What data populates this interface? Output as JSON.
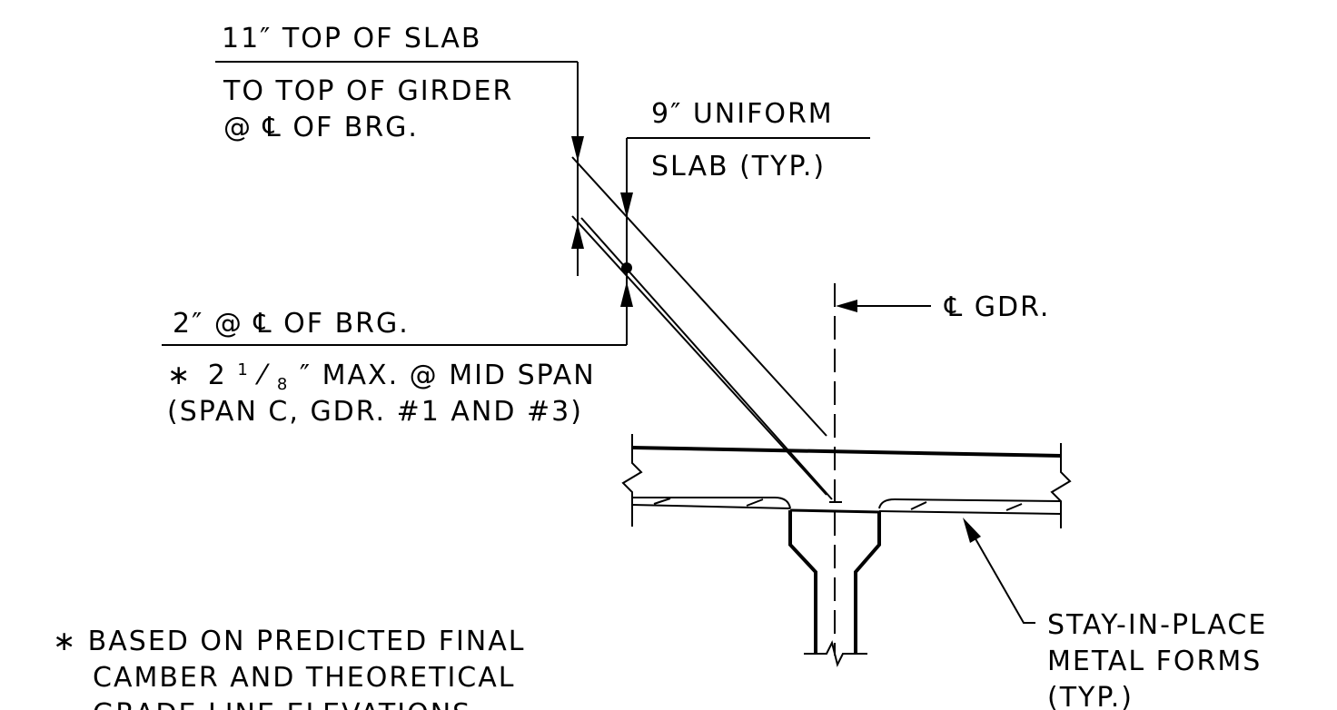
{
  "labels": {
    "top_of_slab_line1": "11″ TOP OF SLAB",
    "top_of_slab_line2": "TO TOP OF GIRDER",
    "top_of_slab_line3": "@ ℄ OF BRG.",
    "uniform_line1": "9″ UNIFORM",
    "uniform_line2": "SLAB (TYP.)",
    "haunch_line1": "2″ @ ℄ OF BRG.",
    "haunch_line2_prefix": "∗",
    "haunch_line2_whole": "2",
    "haunch_line2_num": "1",
    "haunch_line2_den": "8",
    "haunch_line2_rest": "″ MAX. @ MID SPAN",
    "haunch_line3": "(SPAN C, GDR. #1 AND #3)",
    "centerline_gdr": "℄ GDR.",
    "forms_line1": "STAY-IN-PLACE",
    "forms_line2": "METAL FORMS",
    "forms_line3": "(TYP.)",
    "note_line1": "∗ BASED ON PREDICTED FINAL",
    "note_line2": "CAMBER AND THEORETICAL",
    "note_line3": "GRADE LINE ELEVATIONS"
  }
}
